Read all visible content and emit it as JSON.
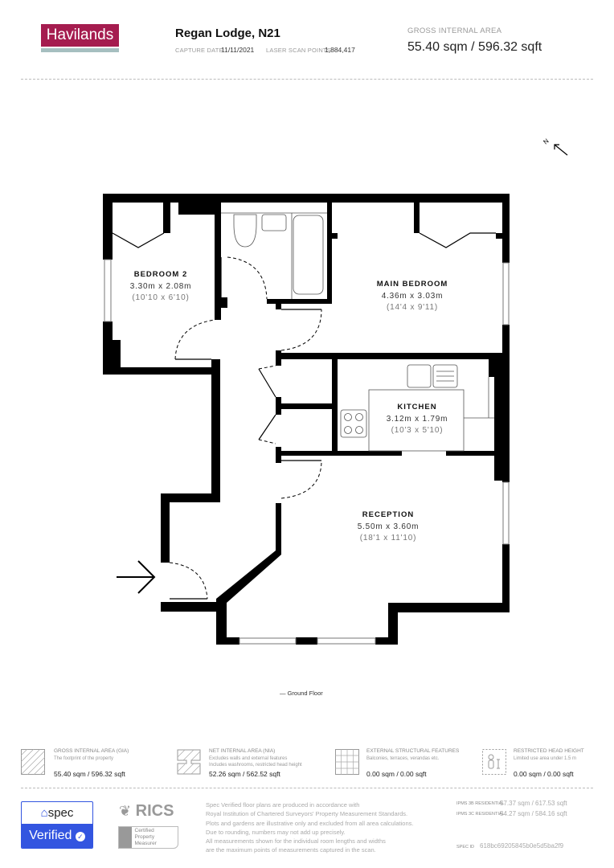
{
  "header": {
    "brand": "Havilands",
    "property_title": "Regan Lodge, N21",
    "capture_date_label": "CAPTURE DATE",
    "capture_date": "11/11/2021",
    "scan_points_label": "LASER SCAN POINTS",
    "scan_points": "1,884,417",
    "gia_label": "GROSS INTERNAL AREA",
    "gia_value": "55.40 sqm / 596.32 sqft",
    "brand_color": "#a51c4f"
  },
  "compass": {
    "label": "N",
    "icon": "north-arrow-icon"
  },
  "rooms": [
    {
      "name": "BEDROOM 2",
      "metric": "3.30m x 2.08m",
      "imperial": "(10'10 x 6'10)"
    },
    {
      "name": "MAIN BEDROOM",
      "metric": "4.36m x 3.03m",
      "imperial": "(14'4 x 9'11)"
    },
    {
      "name": "KITCHEN",
      "metric": "3.12m x 1.79m",
      "imperial": "(10'3 x 5'10)"
    },
    {
      "name": "RECEPTION",
      "metric": "5.50m x 3.60m",
      "imperial": "(18'1 x 11'10)"
    }
  ],
  "floor_label": "— Ground Floor",
  "areas": [
    {
      "title": "GROSS INTERNAL AREA (GIA)",
      "desc1": "The footprint of the property",
      "desc2": "",
      "value": "55.40 sqm / 596.32 sqft",
      "icon": "gia-hatch-icon"
    },
    {
      "title": "NET INTERNAL AREA (NIA)",
      "desc1": "Excludes walls and external features",
      "desc2": "Includes washrooms, restricted head height",
      "value": "52.26 sqm / 562.52 sqft",
      "icon": "nia-hatch-icon"
    },
    {
      "title": "EXTERNAL STRUCTURAL FEATURES",
      "desc1": "Balconies, terraces, verandas etc.",
      "desc2": "",
      "value": "0.00 sqm / 0.00 sqft",
      "icon": "grid-icon"
    },
    {
      "title": "RESTRICTED HEAD HEIGHT",
      "desc1": "Limited use area under 1.5 m",
      "desc2": "",
      "value": "0.00 sqm / 0.00 sqft",
      "icon": "person-height-icon"
    }
  ],
  "footer": {
    "spec_logo": "spec",
    "spec_verified": "Verified",
    "spec_color": "#3355e0",
    "rics_logo": "RICS",
    "rics_badge": "Certified Property Measurer",
    "disclaimer": [
      "Spec Verified floor plans are produced in accordance with",
      "Royal Institution of Chartered Surveyors' Property Measurement Standards.",
      "Plots and gardens are illustrative only and excluded from all area calculations.",
      "Due to rounding, numbers may not add up precisely.",
      "All measurements shown for the individual room lengths and widths",
      "are the maximum points of measurements captured in the scan."
    ],
    "ipms3b_label": "IPMS 3B RESIDENTIAL",
    "ipms3b_value": "57.37 sqm / 617.53 sqft",
    "ipms3c_label": "IPMS 3C RESIDENTIAL",
    "ipms3c_value": "54.27 sqm / 584.16 sqft",
    "spec_id_label": "SPEC ID",
    "spec_id": "618bc69205845b0e5d5ba2f9"
  }
}
